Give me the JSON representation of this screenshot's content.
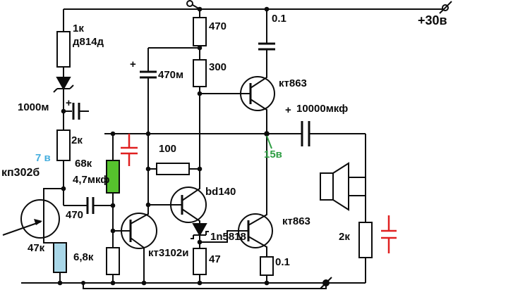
{
  "schematic": {
    "power_label": "+30в",
    "plus": "+",
    "nodes": {
      "v15": "15в",
      "v7": "7 в"
    },
    "components": {
      "r_1k": "1к",
      "vd_zener": "д814д",
      "c_1000m": "1000м",
      "r_2k_left": "2к",
      "q_jfet": "кп302б",
      "r_68k": "68к",
      "c_4u7": "4,7мкф",
      "c_470_left": "470",
      "r_47k": "47к",
      "r_6k8": "6,8к",
      "q_kt3102": "кт3102и",
      "r_470_top": "470",
      "c_470m": "470м",
      "r_300": "300",
      "r_100": "100",
      "q_bd140": "bd140",
      "vd_schottky": "1n5818",
      "r_47": "47",
      "c_01_top": "0.1",
      "q_kt863_top": "кт863",
      "c_10000u": "10000мкф",
      "q_kt863_bot": "кт863",
      "r_01_bot": "0.1",
      "r_2k_right": "2к"
    }
  },
  "colors": {
    "background": "#ffffff",
    "wire": "#0c0c0c",
    "annotation_red": "#e02020",
    "resistor_green": "#56c22d",
    "resistor_blue": "#a9d7e8",
    "label_green": "#2f9e44",
    "label_blue": "#45aede"
  }
}
